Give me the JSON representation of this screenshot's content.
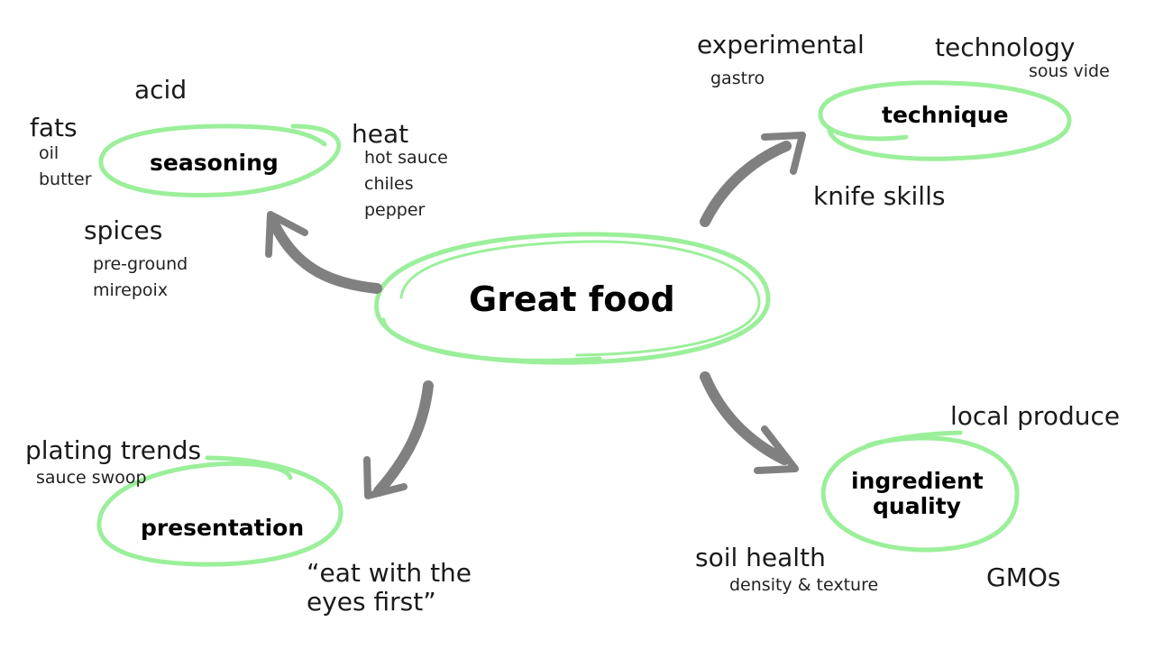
{
  "center": {
    "label": "Great food"
  },
  "colors": {
    "ring": "#9bef9a",
    "arrow": "#808080",
    "text": "#111111"
  },
  "nodes": {
    "seasoning": {
      "label": "seasoning",
      "acid": "acid",
      "fats": "fats",
      "fats_items": [
        "oil",
        "butter"
      ],
      "heat": "heat",
      "heat_items": [
        "hot sauce",
        "chiles",
        "pepper"
      ],
      "spices": "spices",
      "spices_items": [
        "pre-ground",
        "mirepoix"
      ]
    },
    "technique": {
      "label": "technique",
      "experimental": "experimental",
      "experimental_sub": "gastro",
      "technology": "technology",
      "technology_sub": "sous vide",
      "knife": "knife skills"
    },
    "presentation": {
      "label": "presentation",
      "plating": "plating trends",
      "plating_sub": "sauce swoop",
      "quote_lines": [
        "“eat with the",
        "eyes first”"
      ]
    },
    "ingredient": {
      "label_lines": [
        "ingredient",
        "quality"
      ],
      "local": "local produce",
      "soil": "soil health",
      "soil_sub": "density & texture",
      "gmos": "GMOs"
    }
  }
}
